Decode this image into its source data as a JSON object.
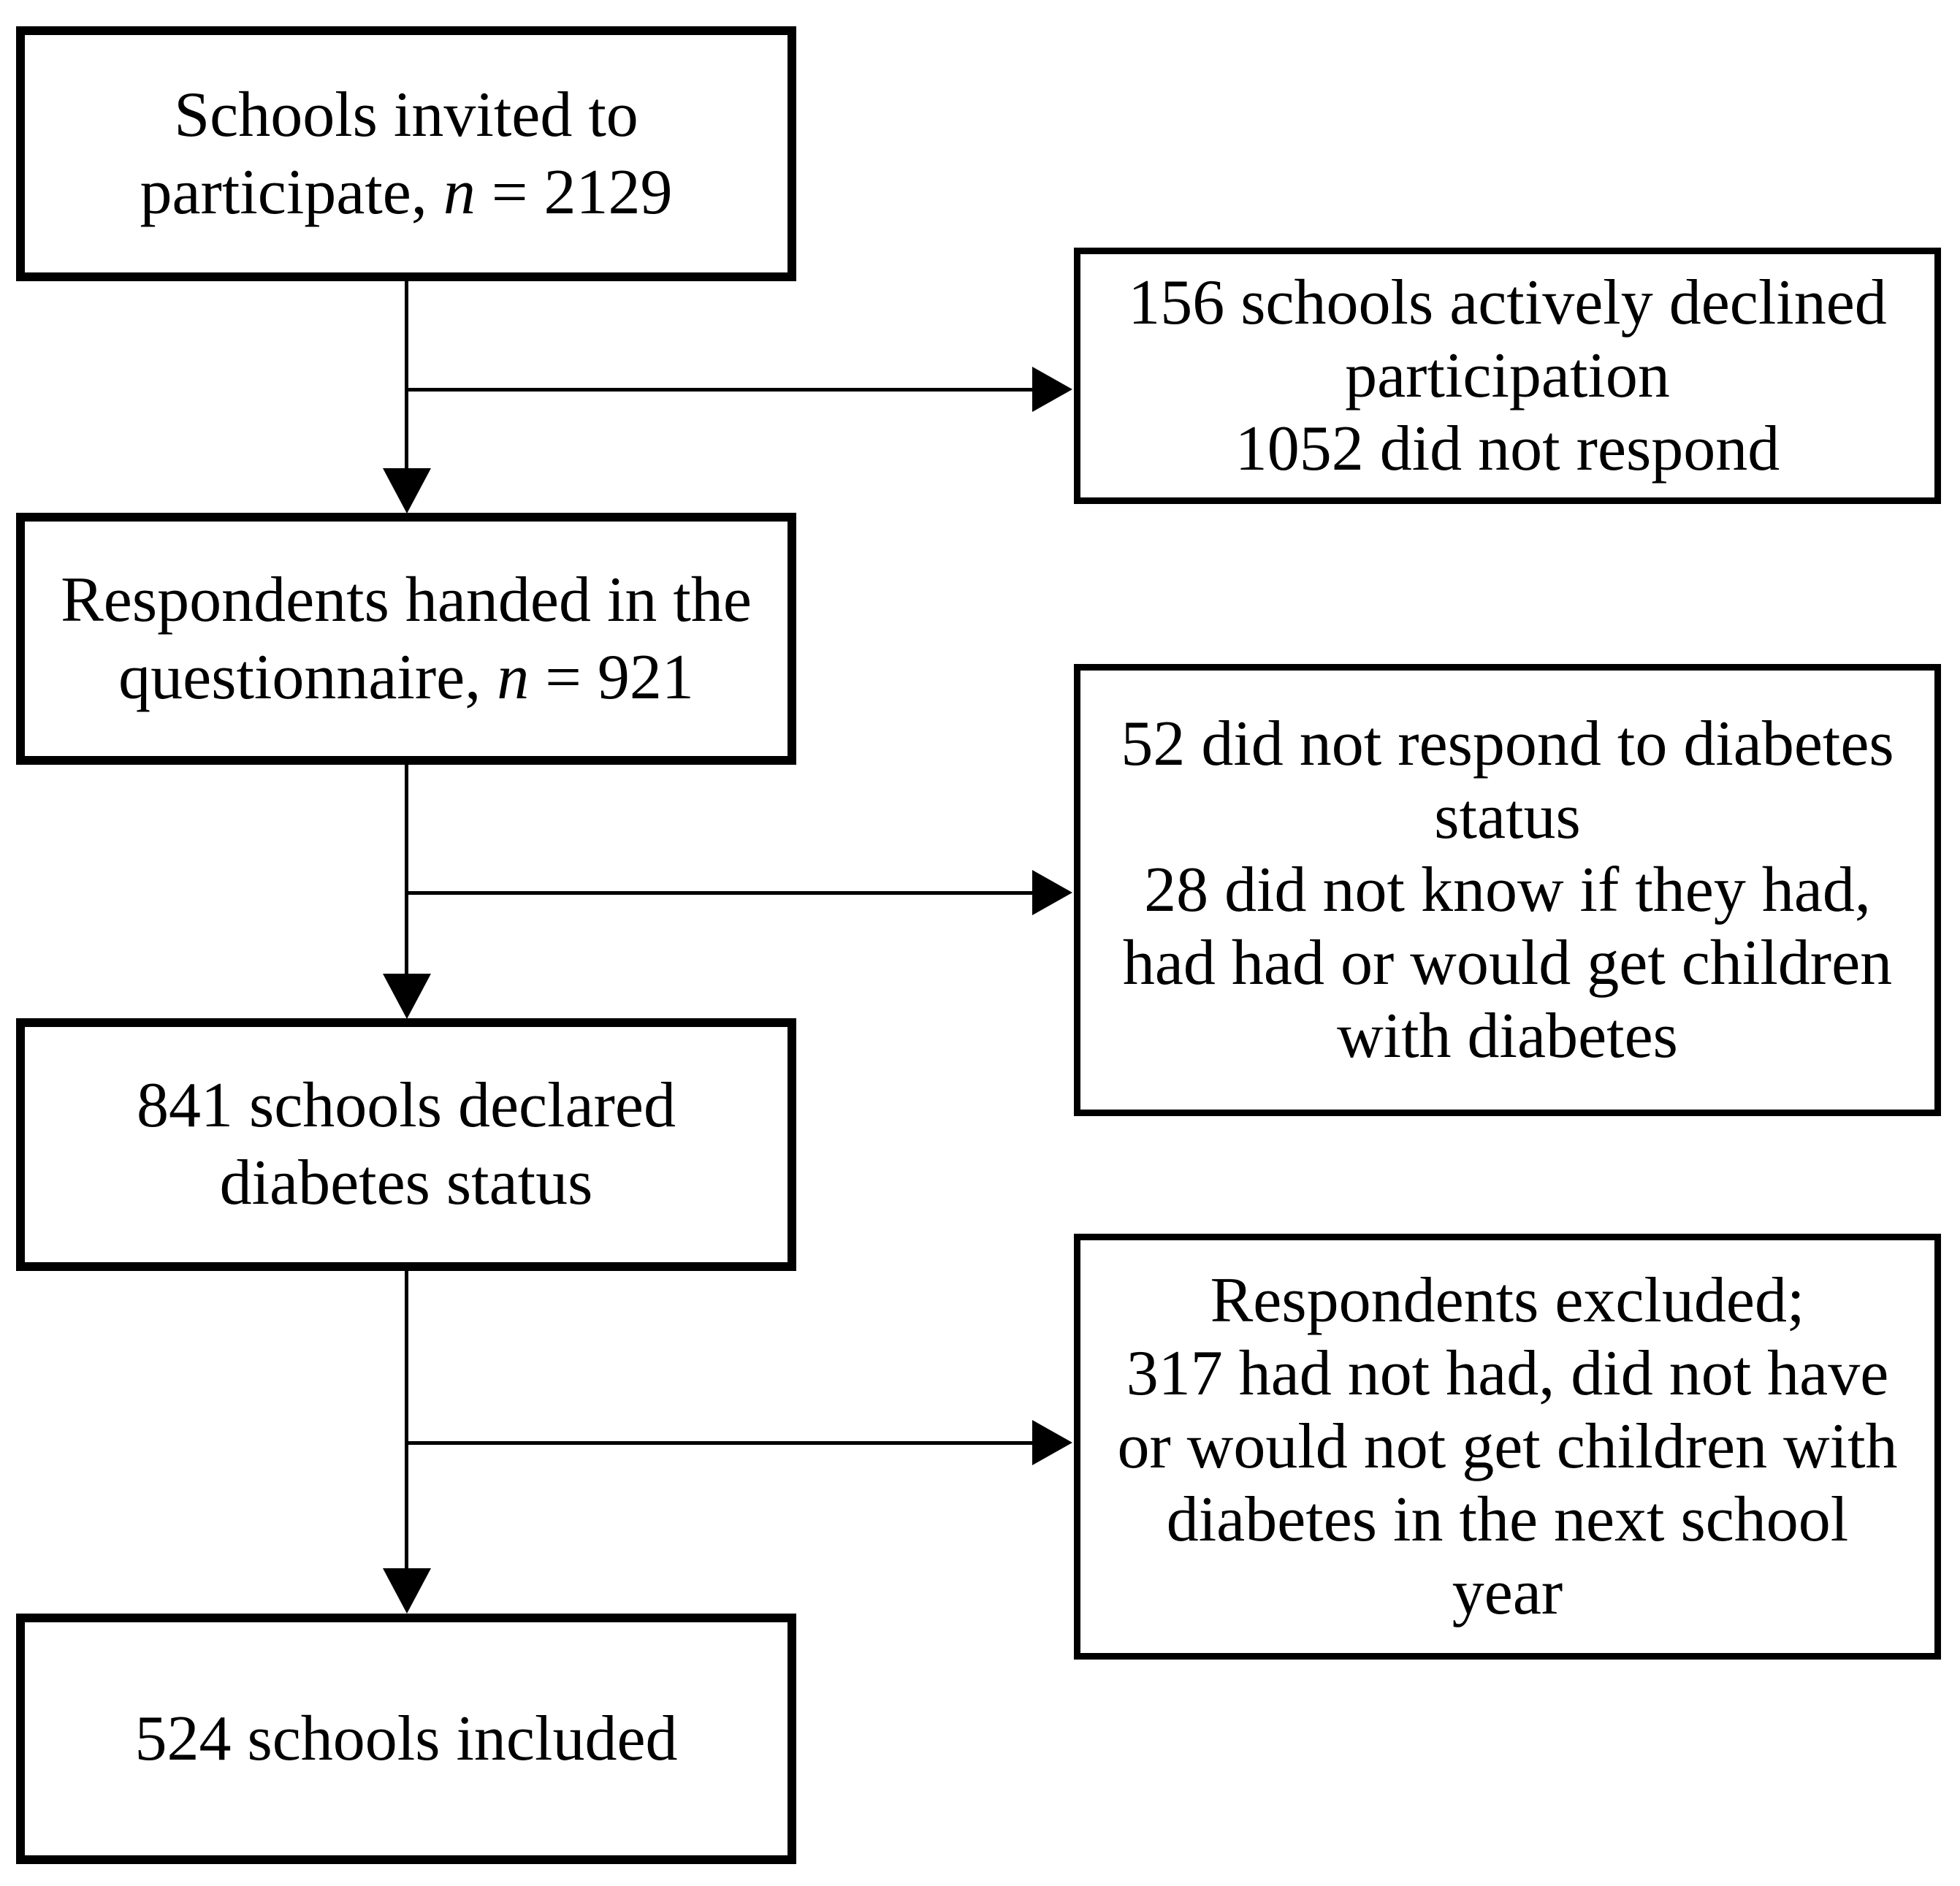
{
  "colors": {
    "background": "#ffffff",
    "box_border": "#000000",
    "text": "#000000",
    "arrow": "#000000"
  },
  "boxes": {
    "invited": {
      "line1": "Schools invited to",
      "line2_pre": "participate, ",
      "line2_n": "n",
      "line2_post": " = 2129"
    },
    "handed_in": {
      "line1": "Respondents handed in the",
      "line2_pre": "questionnaire, ",
      "line2_n": "n",
      "line2_post": " = 921"
    },
    "declared": {
      "line1": "841 schools declared",
      "line2": "diabetes status"
    },
    "included": {
      "line1": "524 schools included"
    },
    "declined": {
      "line1": "156 schools actively declined",
      "line2": "participation",
      "line3": "1052 did not respond"
    },
    "no_status": {
      "line1": "52 did not respond to diabetes",
      "line2": "status",
      "line3": "28 did not know if they had,",
      "line4": "had had or would get children",
      "line5": "with diabetes"
    },
    "excluded": {
      "line1": "Respondents excluded;",
      "line2": "317 had not had, did not have",
      "line3": "or would not get children with",
      "line4": "diabetes in the next school",
      "line5": "year"
    }
  }
}
